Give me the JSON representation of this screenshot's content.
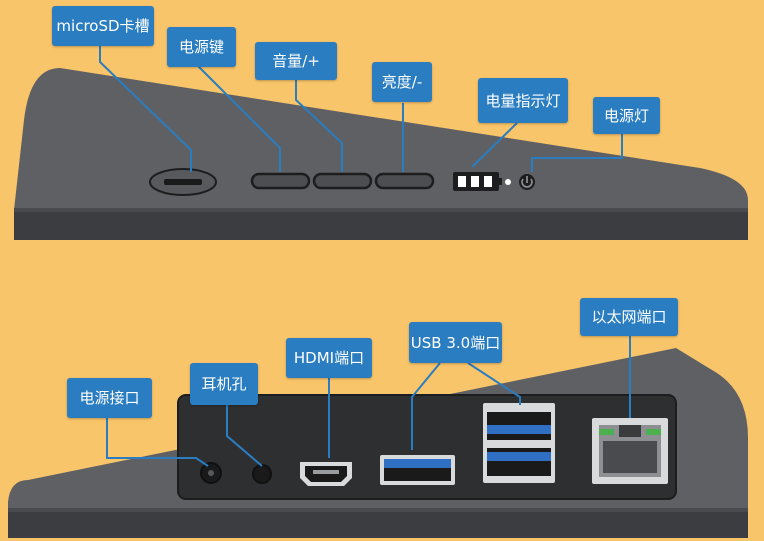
{
  "colors": {
    "background": "#f9c56a",
    "device_body": "#5f6063",
    "device_edge": "#3c3d40",
    "callout_bg": "#2a7dc1",
    "leader_line": "#2a7dc1",
    "led_green": "#4caf50",
    "usb_blue": "#2f6fc4"
  },
  "top_view": {
    "labels": {
      "microsd": [
        "microSD",
        "卡槽"
      ],
      "power_key": "电源键",
      "volume_up": "音量/+",
      "brightness_down": "亮度/-",
      "battery_indicator": "电量指示灯",
      "power_light": "电源灯"
    }
  },
  "side_view": {
    "labels": {
      "power_port": "电源接口",
      "headphone_jack": "耳机孔",
      "hdmi_port": "HDMI端口",
      "usb_port": "USB 3.0端口",
      "ethernet_port": "以太网端口"
    }
  }
}
